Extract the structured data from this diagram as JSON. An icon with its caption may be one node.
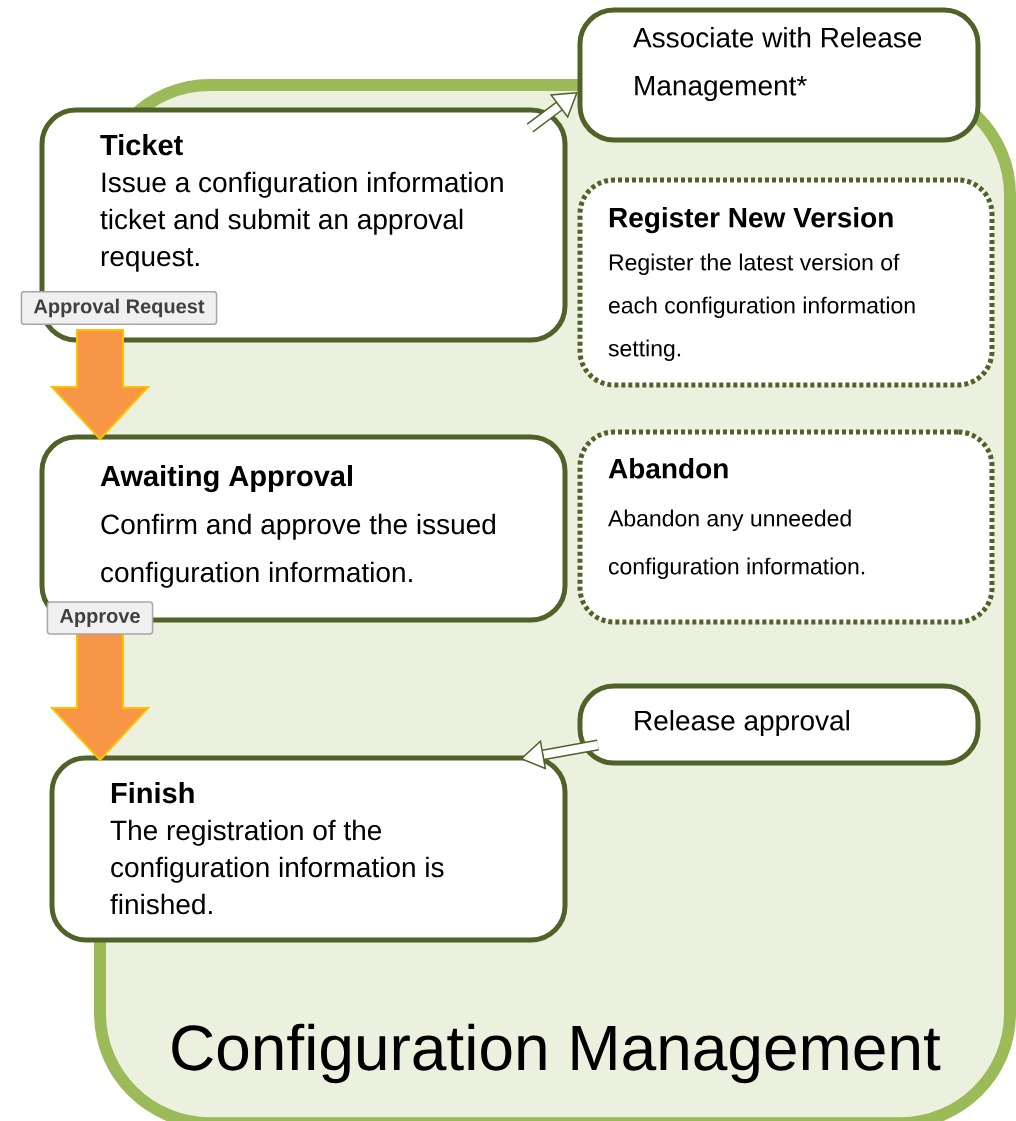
{
  "diagram": {
    "nodes": [
      {
        "text": [
          "Configuration  Management"
        ]
      },
      {
        "text": [
          "Ticket",
          "Issue a configuration information ticket and submit an approval request."
        ]
      },
      {
        "text": [
          "Associate with Release Management*"
        ]
      },
      {
        "text": [
          "Register New Version",
          "Register the latest version of each configuration information setting."
        ],
        "in": 0
      },
      {
        "text": [
          "Abandon",
          "Abandon any unneeded configuration information."
        ],
        "in": 0
      },
      {
        "text": [
          "Awaiting Approval",
          "Confirm and approve the issued configuration information."
        ]
      },
      {
        "text": [
          "Release approval"
        ],
        "in": 0
      },
      {
        "text": [
          "Finish",
          "The registration of the configuration information is finished."
        ]
      }
    ],
    "edges": [
      {
        "from": 1,
        "to": 5,
        "arrow": "to",
        "label": "Approval Request",
        "style": "thick",
        "color": "#f79646"
      },
      {
        "from": 5,
        "to": 7,
        "arrow": "to",
        "label": "Approve",
        "style": "thick",
        "color": "#f79646"
      },
      {
        "from": 1,
        "to": 2,
        "arrow": "to",
        "color": "#4f6228"
      },
      {
        "from": 6,
        "to": 7,
        "arrow": "to",
        "color": "#4f6228"
      }
    ]
  }
}
